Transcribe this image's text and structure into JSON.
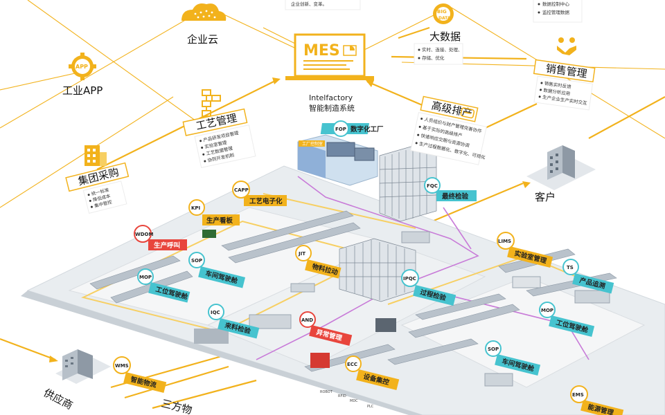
{
  "colors": {
    "accent": "#f2b21c",
    "tag_cyan": "#46c3cf",
    "tag_red": "#e8453c",
    "tag_yellow": "#f2b21c",
    "platform": "#e8ecef",
    "line_purple": "#c87bd8"
  },
  "nodes": {
    "cloud": {
      "label": "企业云",
      "icon": "cloud-icon"
    },
    "app": {
      "label": "工业APP",
      "icon": "gear-app-icon",
      "badge": "APP"
    },
    "mes": {
      "label": "MES",
      "caption_en": "Intelfactory",
      "caption_cn": "智能制造系统"
    },
    "bigdata": {
      "label": "大数据",
      "badge_top": "BIG",
      "badge_bottom": "DATA",
      "bullets": [
        "实时、连接、处理、",
        "存储、优化"
      ]
    },
    "sales": {
      "label": "销售管理",
      "bullets": [
        "销售实时反馈",
        "数据分析应用",
        "生产企业生产实时交互"
      ]
    },
    "process": {
      "label": "工艺管理",
      "bullets": [
        "产品研发项目管理",
        "实验室管理",
        "工艺数据管理",
        "协同开发机制"
      ]
    },
    "purchase": {
      "label": "集团采购",
      "bullets": [
        "统一标准",
        "降低成本",
        "集中管控"
      ]
    },
    "scheduling": {
      "label": "高级排产",
      "bullets": [
        "人员组织与财产管理完善协作",
        "基于实际的高级排产",
        "快速响应交期与资源协调",
        "生产过程数据化、数字化、可视化"
      ]
    },
    "customer": {
      "label": "客户"
    },
    "supplier": {
      "label": "供应商"
    },
    "third_party": {
      "label": "三方物"
    },
    "top_note": {
      "text": "企业创新、变革。"
    },
    "top_right_note": {
      "bullets": [
        "数据控制中心",
        "监控管理数据"
      ]
    },
    "control_room": {
      "label": "工厂控制室"
    }
  },
  "tags": [
    {
      "badge": "FOP",
      "label": "数字化工厂"
    },
    {
      "badge": "FQC",
      "label": "最终检验"
    },
    {
      "badge": "CAPP",
      "label": "工艺电子化"
    },
    {
      "badge": "KPI",
      "label": "生产看板"
    },
    {
      "badge": "WDOM",
      "label": "生产呼叫"
    },
    {
      "badge": "SOP",
      "label": "车间驾驶舱"
    },
    {
      "badge": "MOP",
      "label": "工位驾驶舱"
    },
    {
      "badge": "JIT",
      "label": "物料拉动"
    },
    {
      "badge": "IPQC",
      "label": "过程检验"
    },
    {
      "badge": "IQC",
      "label": "来料检验"
    },
    {
      "badge": "AND",
      "label": "异常管理"
    },
    {
      "badge": "ECC",
      "label": "设备集控"
    },
    {
      "badge": "LIMS",
      "label": "实验室管理"
    },
    {
      "badge": "TS",
      "label": "产品追溯"
    },
    {
      "badge": "MOP",
      "label": "工位驾驶舱"
    },
    {
      "badge": "SOP",
      "label": "车间驾驶舱"
    },
    {
      "badge": "WMS",
      "label": "智能物流"
    },
    {
      "badge": "EMS",
      "label": "能源管理"
    }
  ],
  "device_labels": [
    "ROBOT",
    "RFID",
    "MDC",
    "PLC"
  ]
}
